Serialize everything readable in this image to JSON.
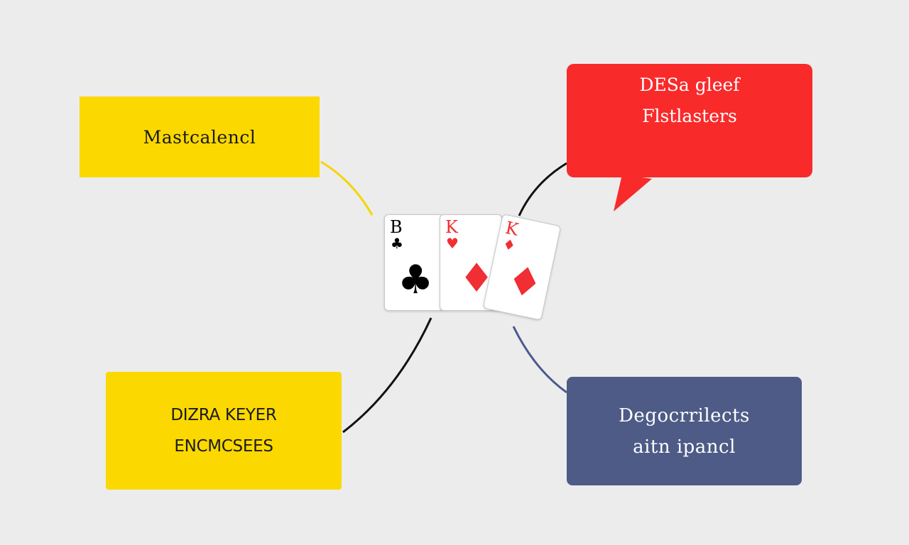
{
  "colors": {
    "background": "#ececec",
    "yellow": "#fbd800",
    "red": "#f92a2a",
    "blue": "#4d5b86",
    "connector_yellow": "#f5d500",
    "connector_dark": "#111111",
    "connector_blue": "#4a5a8a",
    "suit_black": "#000000",
    "suit_red": "#f02e33"
  },
  "boxes": {
    "top_left": {
      "lines": [
        "Mastcalencl"
      ],
      "bg": "#fbd800",
      "text_color": "#1a1a1a"
    },
    "top_right": {
      "lines": [
        "DESa gleef",
        "Flstlasters"
      ],
      "bg": "#f92a2a",
      "text_color": "#ffffff",
      "shape": "speech-bubble"
    },
    "bottom_left": {
      "lines": [
        "DIZRA KEYER",
        "ENCMCSEES"
      ],
      "bg": "#fbd800",
      "text_color": "#1a1a1a"
    },
    "bottom_right": {
      "lines": [
        "Degocrrilects",
        "aitn ipancl"
      ],
      "bg": "#4d5b86",
      "text_color": "#ffffff"
    }
  },
  "cards": [
    {
      "rank": "B",
      "suit": "♣",
      "suit_icon": "club-icon",
      "color": "#000000"
    },
    {
      "rank": "K",
      "suit": "♥",
      "suit_icon": "heart-icon",
      "big_suit": "♦",
      "big_suit_icon": "diamond-icon",
      "color": "#f02e33"
    },
    {
      "rank": "K",
      "suit": "♦",
      "suit_icon": "diamond-icon",
      "big_suit": "♦",
      "big_suit_icon": "diamond-icon",
      "color": "#f02e33"
    }
  ]
}
